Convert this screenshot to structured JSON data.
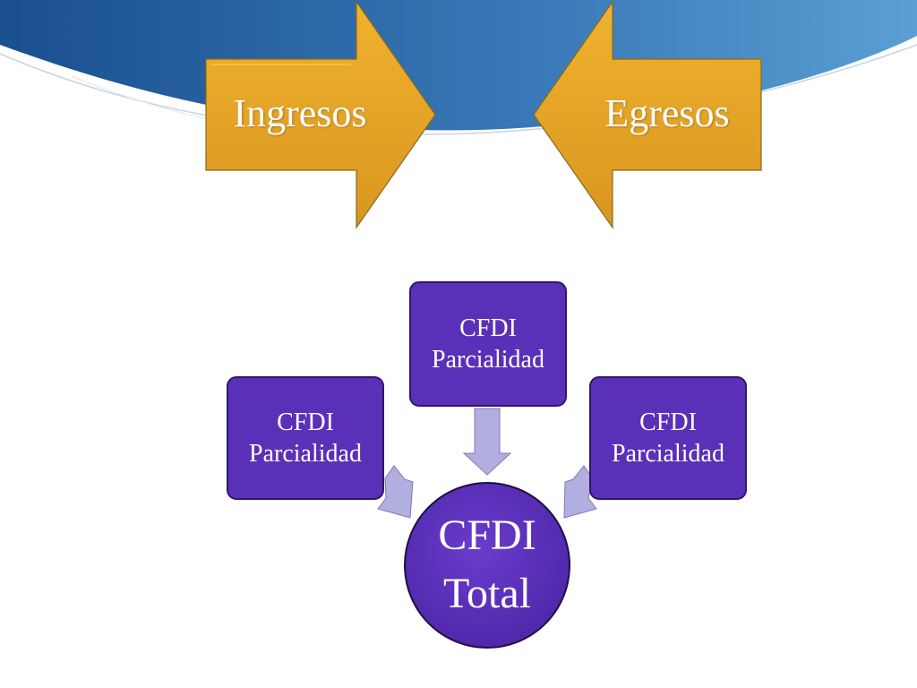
{
  "slide": {
    "colors": {
      "banner_dark": "#1a4f8f",
      "banner_light": "#4a90c8",
      "arrow_fill": "#e4a424",
      "node_fill": "#5b30b8",
      "connector_fill": "#b3aee0"
    },
    "top_arrows": {
      "left": {
        "label": "Ingresos"
      },
      "right": {
        "label": "Egresos"
      }
    },
    "diagram": {
      "center": {
        "label": "CFDI\nTotal"
      },
      "nodes": [
        {
          "label": "CFDI\nParcialidad"
        },
        {
          "label": "CFDI\nParcialidad"
        },
        {
          "label": "CFDI\nParcialidad"
        }
      ]
    }
  }
}
